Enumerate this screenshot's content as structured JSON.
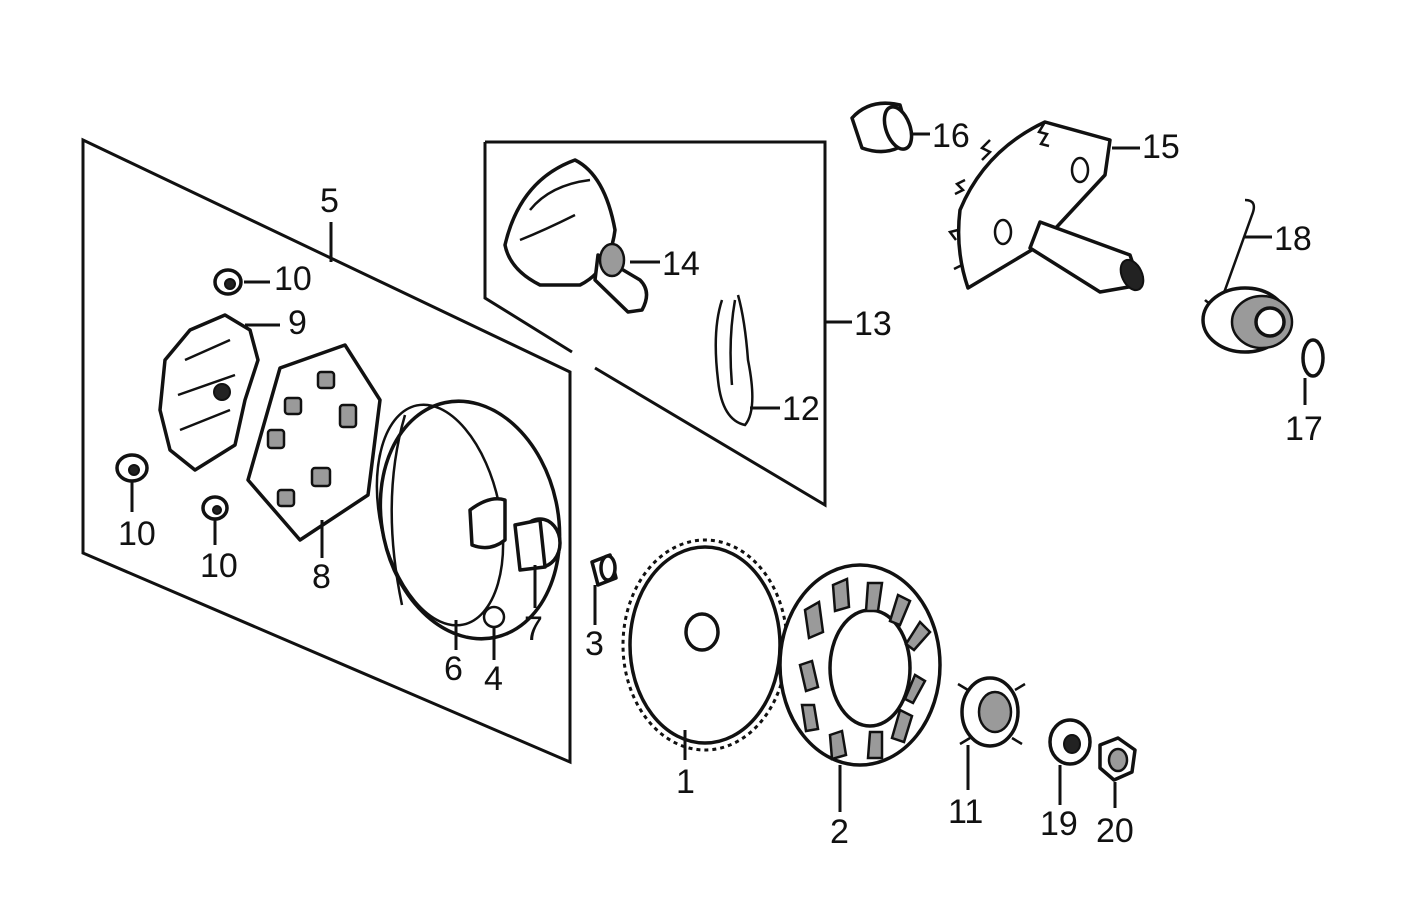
{
  "labels": {
    "l1": "1",
    "l2": "2",
    "l3": "3",
    "l4": "4",
    "l5": "5",
    "l6": "6",
    "l7": "7",
    "l8": "8",
    "l9": "9",
    "l10a": "10",
    "l10b": "10",
    "l10c": "10",
    "l11": "11",
    "l12": "12",
    "l13": "13",
    "l14": "14",
    "l15": "15",
    "l16": "16",
    "l17": "17",
    "l18": "18",
    "l19": "19",
    "l20": "20"
  }
}
